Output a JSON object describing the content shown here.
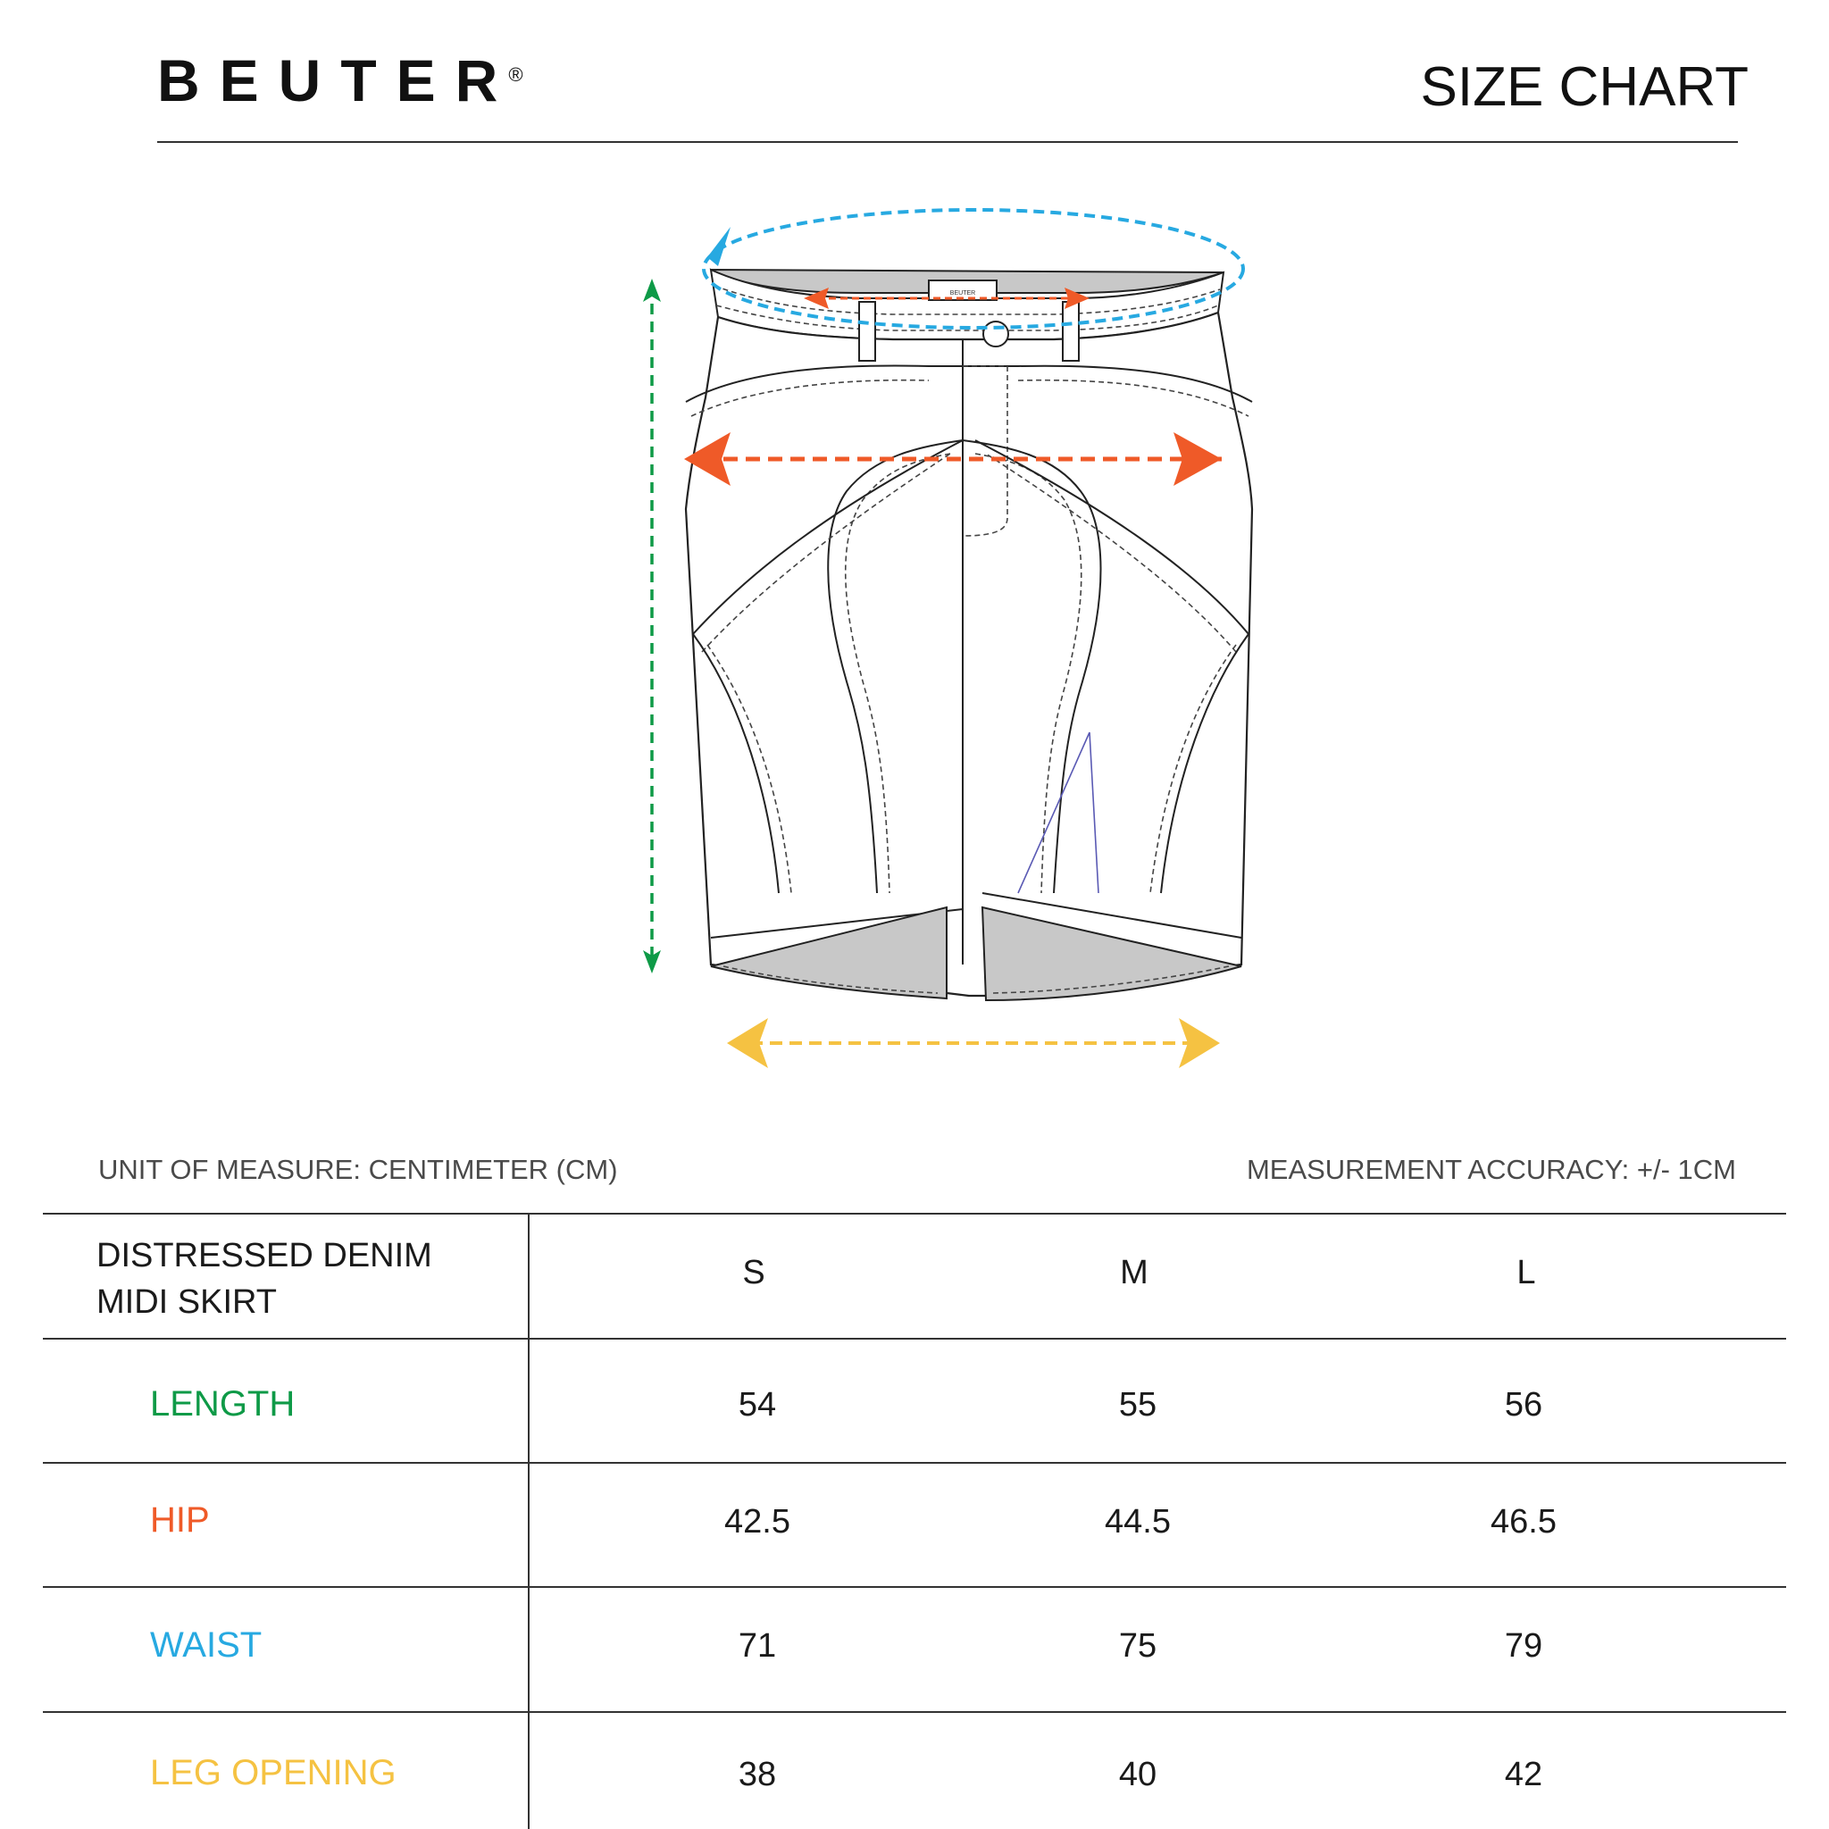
{
  "brand": {
    "name": "BEUTER",
    "mark": "®"
  },
  "title": "SIZE CHART",
  "meta": {
    "unit": "UNIT OF MEASURE: CENTIMETER (CM)",
    "accuracy": "MEASUREMENT ACCURACY: +/- 1CM"
  },
  "table": {
    "product_line1": "DISTRESSED DENIM",
    "product_line2": "MIDI SKIRT",
    "sizes": [
      "S",
      "M",
      "L"
    ],
    "rows": [
      {
        "label": "LENGTH",
        "color": "#0e9a47",
        "values": [
          "54",
          "55",
          "56"
        ]
      },
      {
        "label": "HIP",
        "color": "#ef5a28",
        "values": [
          "42.5",
          "44.5",
          "46.5"
        ]
      },
      {
        "label": "WAIST",
        "color": "#27a9e1",
        "values": [
          "71",
          "75",
          "79"
        ]
      },
      {
        "label": "LEG OPENING",
        "color": "#f5c242",
        "values": [
          "38",
          "40",
          "42"
        ]
      }
    ]
  },
  "diagram": {
    "label_text": "BEUTER",
    "colors": {
      "length": "#0e9a47",
      "hip": "#ef5a28",
      "waist": "#27a9e1",
      "leg_opening": "#f5c242",
      "shade": "#c8c8c8",
      "accent": "#5a5ab4"
    }
  }
}
